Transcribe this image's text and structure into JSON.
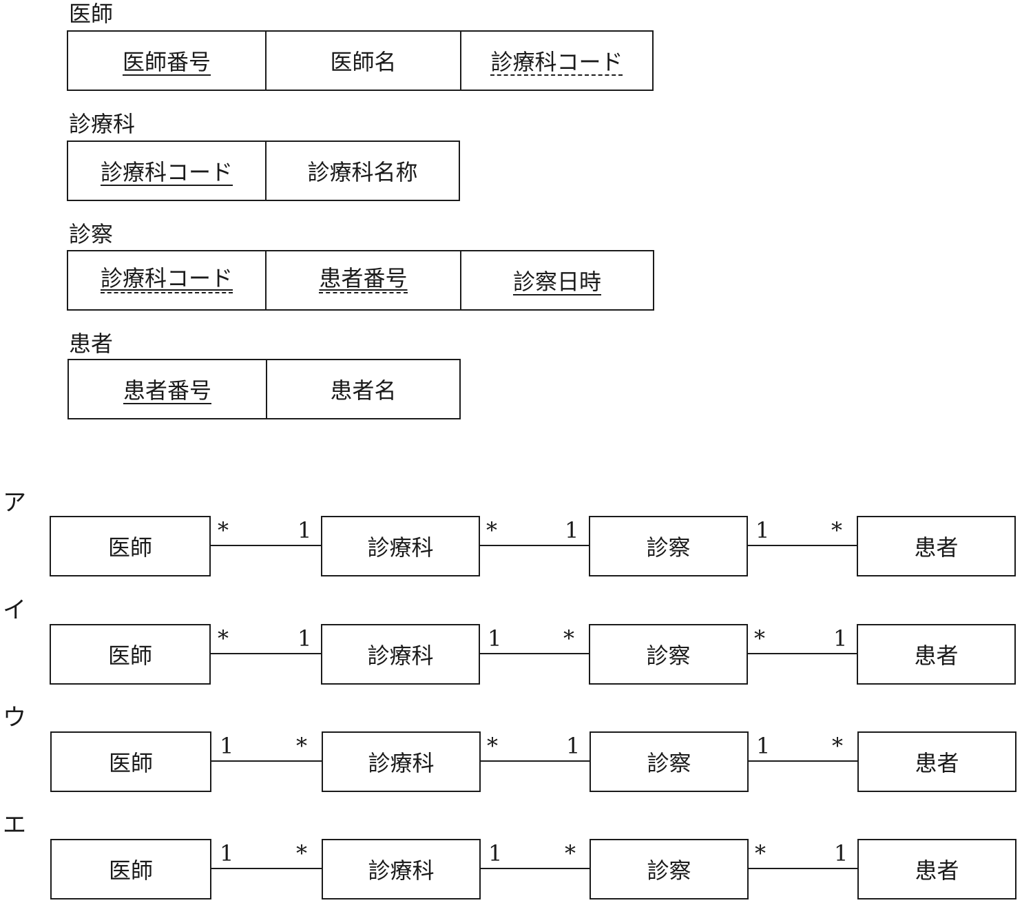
{
  "tables": [
    {
      "name": "医師",
      "columns": [
        {
          "label": "医師番号",
          "key": "pk"
        },
        {
          "label": "医師名",
          "key": "none"
        },
        {
          "label": "診療科コード",
          "key": "fk"
        }
      ]
    },
    {
      "name": "診療科",
      "columns": [
        {
          "label": "診療科コード",
          "key": "pk"
        },
        {
          "label": "診療科名称",
          "key": "none"
        }
      ]
    },
    {
      "name": "診察",
      "columns": [
        {
          "label": "診療科コード",
          "key": "pk_fk"
        },
        {
          "label": "患者番号",
          "key": "pk_fk"
        },
        {
          "label": "診察日時",
          "key": "pk"
        }
      ]
    },
    {
      "name": "患者",
      "columns": [
        {
          "label": "患者番号",
          "key": "pk"
        },
        {
          "label": "患者名",
          "key": "none"
        }
      ]
    }
  ],
  "options": [
    {
      "label": "ア",
      "entities": [
        "医師",
        "診療科",
        "診察",
        "患者"
      ],
      "links": [
        {
          "left": "*",
          "right": "1"
        },
        {
          "left": "*",
          "right": "1"
        },
        {
          "left": "1",
          "right": "*"
        }
      ]
    },
    {
      "label": "イ",
      "entities": [
        "医師",
        "診療科",
        "診察",
        "患者"
      ],
      "links": [
        {
          "left": "*",
          "right": "1"
        },
        {
          "left": "1",
          "right": "*"
        },
        {
          "left": "*",
          "right": "1"
        }
      ]
    },
    {
      "label": "ウ",
      "entities": [
        "医師",
        "診療科",
        "診察",
        "患者"
      ],
      "links": [
        {
          "left": "1",
          "right": "*"
        },
        {
          "left": "*",
          "right": "1"
        },
        {
          "left": "1",
          "right": "*"
        }
      ]
    },
    {
      "label": "エ",
      "entities": [
        "医師",
        "診療科",
        "診察",
        "患者"
      ],
      "links": [
        {
          "left": "1",
          "right": "*"
        },
        {
          "left": "1",
          "right": "*"
        },
        {
          "left": "*",
          "right": "1"
        }
      ]
    }
  ],
  "colors": {
    "ink": "#1a1a1a",
    "background": "#ffffff"
  }
}
